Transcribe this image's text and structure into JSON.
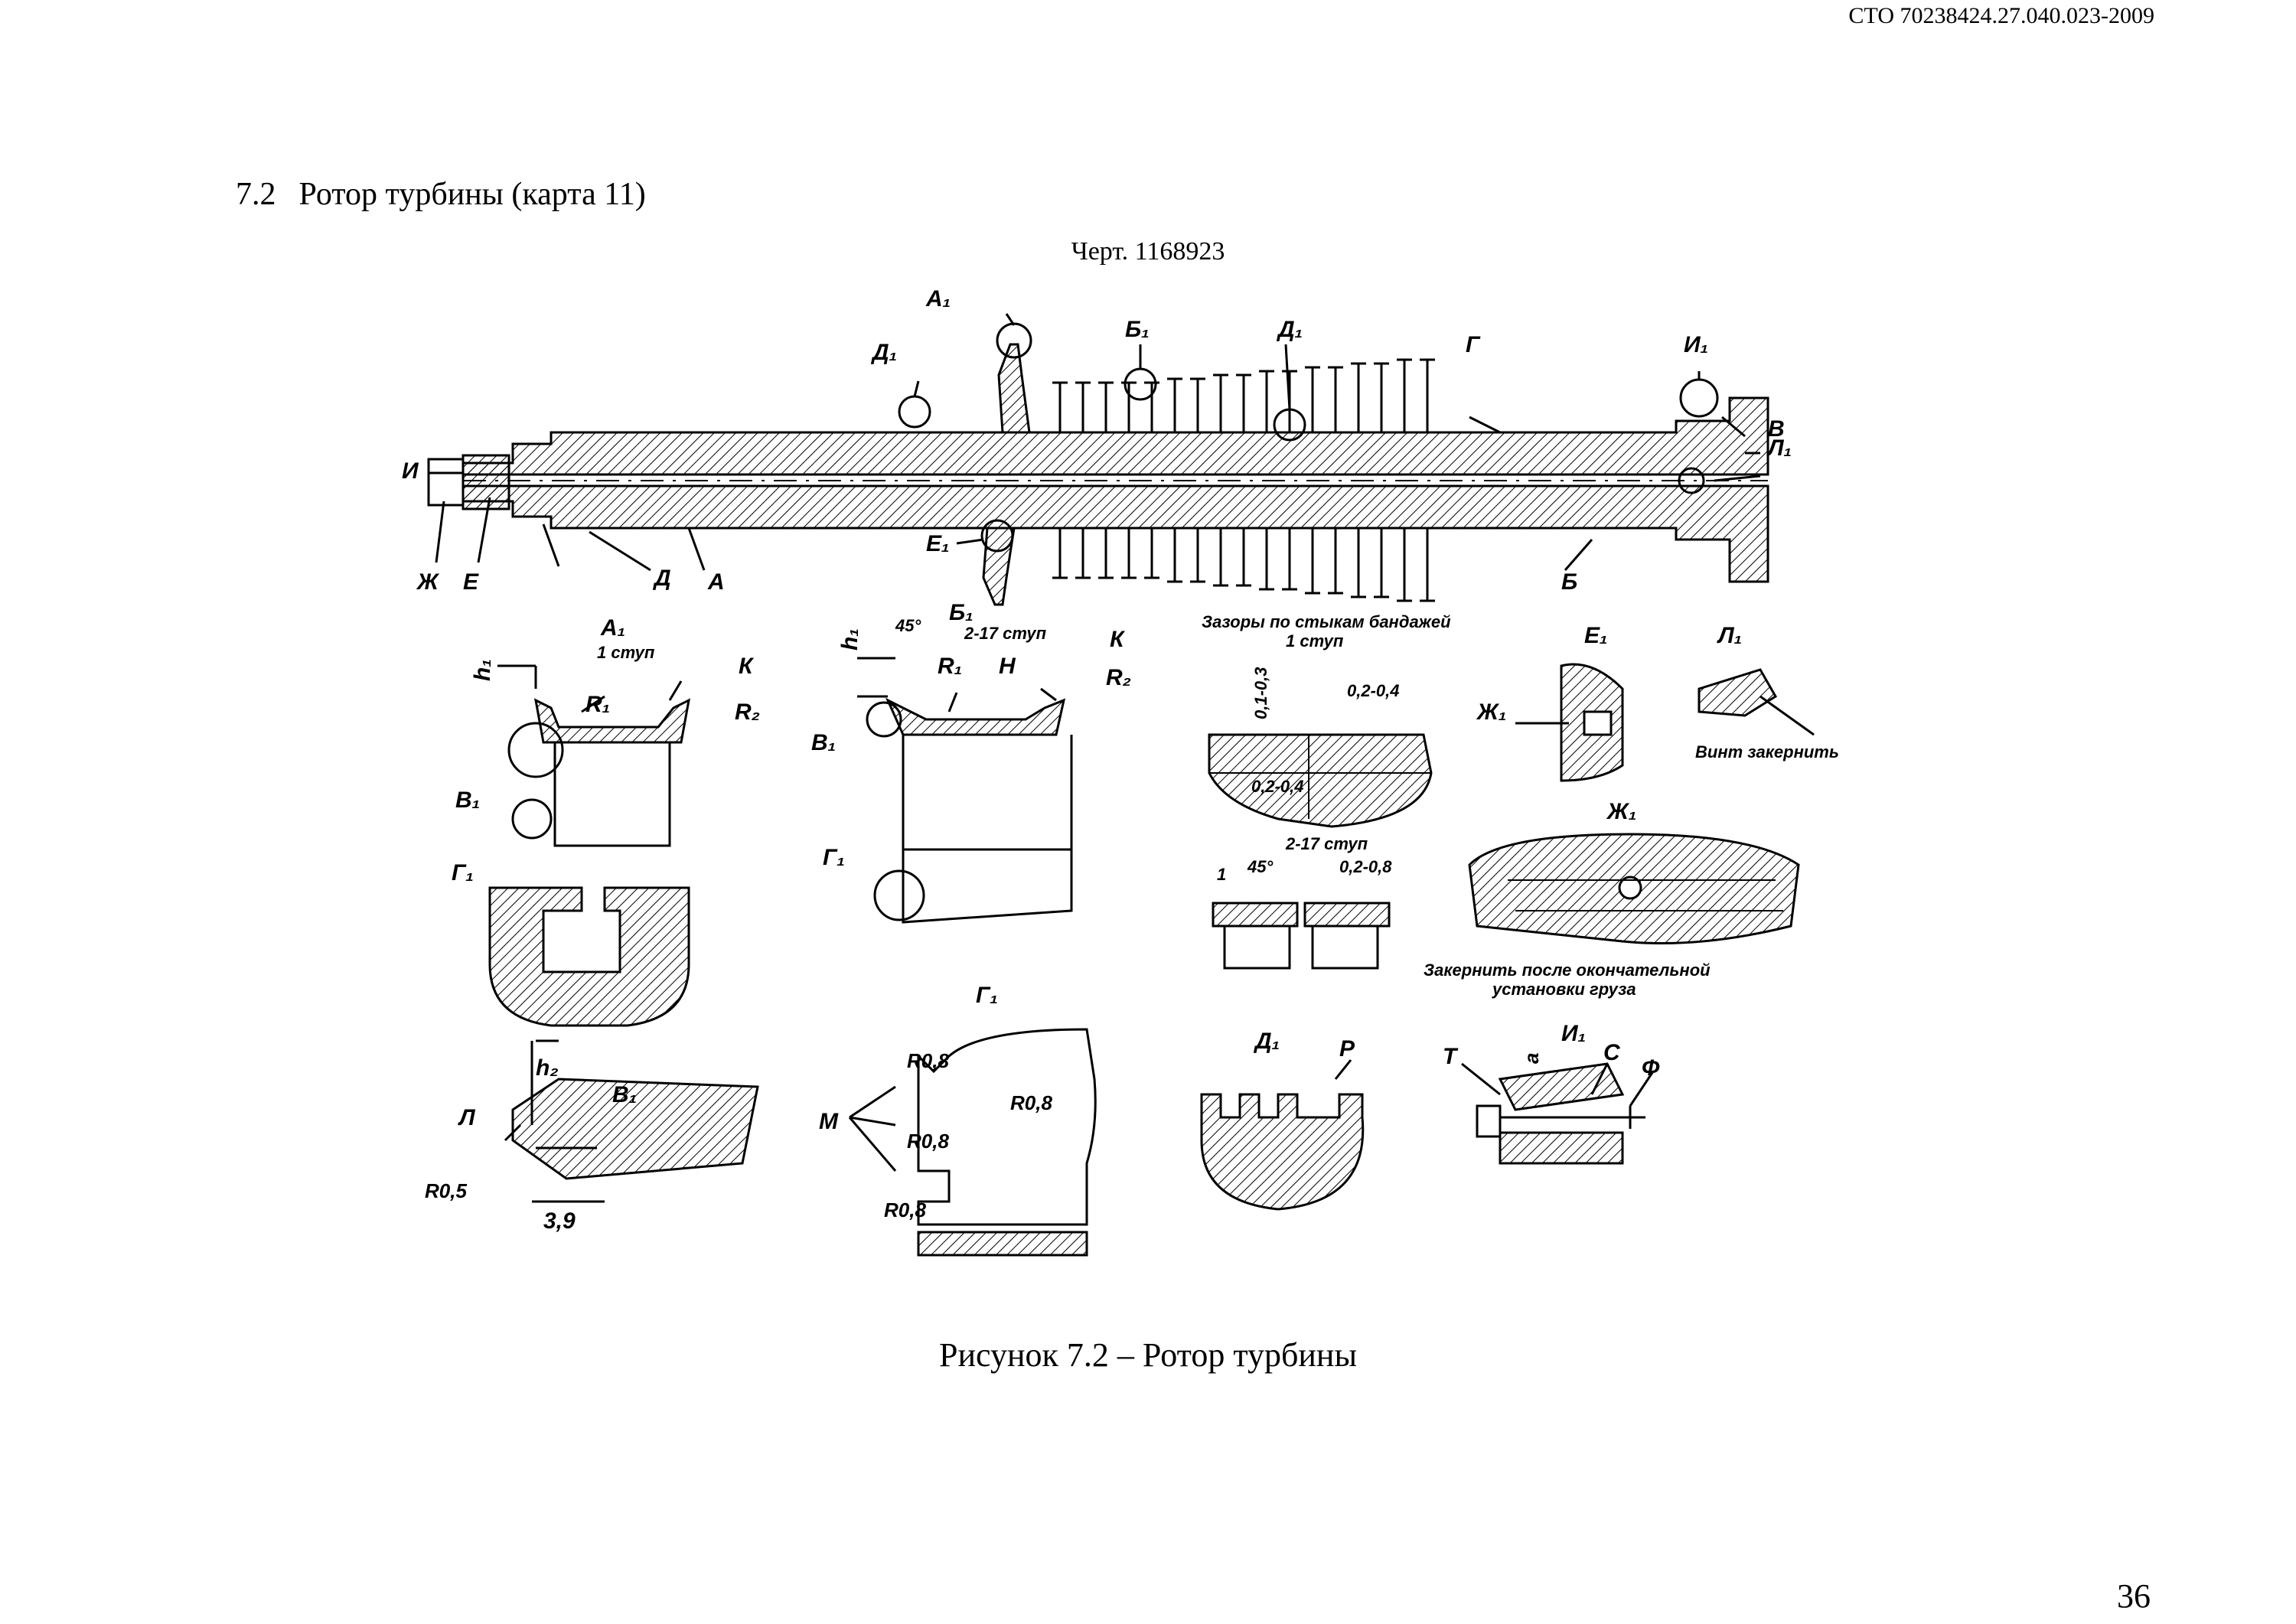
{
  "header": {
    "doc_code": "СТО 70238424.27.040.023-2009"
  },
  "section": {
    "number": "7.2",
    "title": "Ротор турбины (карта 11)"
  },
  "drawing_no": "Черт. 1168923",
  "figure": {
    "caption": "Рисунок 7.2 – Ротор турбины",
    "labels": {
      "A1": "А₁",
      "B1": "Б₁",
      "D1": "Д₁",
      "D1b": "Д₁",
      "G": "Г",
      "I1": "И₁",
      "V": "В",
      "L1": "Л₁",
      "I": "И",
      "Zh": "Ж",
      "E": "Е",
      "D": "Д",
      "A": "А",
      "E1": "Е₁",
      "B": "Б",
      "A1_view": "А₁",
      "stage1": "1 ступ",
      "h1": "h₁",
      "K": "К",
      "R1": "R₁",
      "R2": "R₂",
      "V1": "В₁",
      "G1": "Г₁",
      "B1_view": "Б₁",
      "stage2_17": "2-17 ступ",
      "h1b": "h₁",
      "deg45": "45°",
      "R1b": "R₁",
      "N": "Н",
      "Kb": "К",
      "R2b": "R₂",
      "V1b": "В₁",
      "G1b": "Г₁",
      "gaps_title": "Зазоры по стыкам бандажей",
      "gaps_stage1": "1 ступ",
      "gap_01_03": "0,1-0,3",
      "gap_02_04a": "0,2-0,4",
      "gap_02_04b": "0,2-0,4",
      "gaps_stage2": "2-17 ступ",
      "one": "1",
      "deg45b": "45°",
      "gap_02_08": "0,2-0,8",
      "E1_view": "Е₁",
      "Zh1": "Ж₁",
      "L1_view": "Л₁",
      "screw_note": "Винт закернить",
      "Zh1_view": "Ж₁",
      "mark_note_1": "Закернить после окончательной",
      "mark_note_2": "установки груза",
      "V1_view": "В₁",
      "h2": "h₂",
      "L": "Л",
      "R05": "R0,5",
      "dim39": "3,9",
      "G1_view": "Г₁",
      "R08a": "R0,8",
      "R08b": "R0,8",
      "R08c": "R0,8",
      "R08d": "R0,8",
      "M": "М",
      "D1_view": "Д₁",
      "P": "Р",
      "I1_view": "И₁",
      "T": "Т",
      "S": "С",
      "F": "Ф",
      "a": "а"
    }
  },
  "page_number": "36"
}
